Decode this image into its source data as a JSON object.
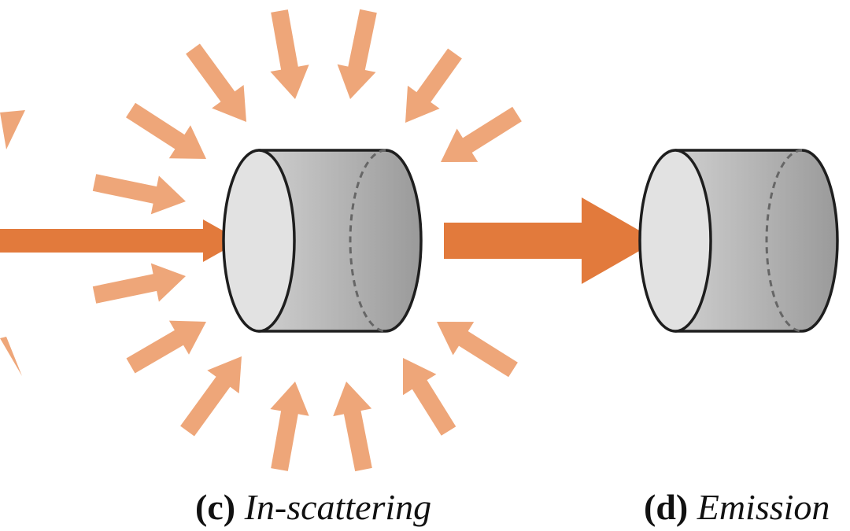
{
  "panels": [
    {
      "label": "(c)",
      "title": "In-scattering"
    },
    {
      "label": "(d)",
      "title": "Emission"
    }
  ],
  "colors": {
    "main_arrow": "#e27a3c",
    "scatter_arrow": "#eea679",
    "cylinder_outline": "#1e1e1e",
    "cylinder_face": "#e2e2e2",
    "cylinder_body_light": "#cdcdcd",
    "cylinder_body_dark": "#999999",
    "hidden_edge": "#666666"
  }
}
